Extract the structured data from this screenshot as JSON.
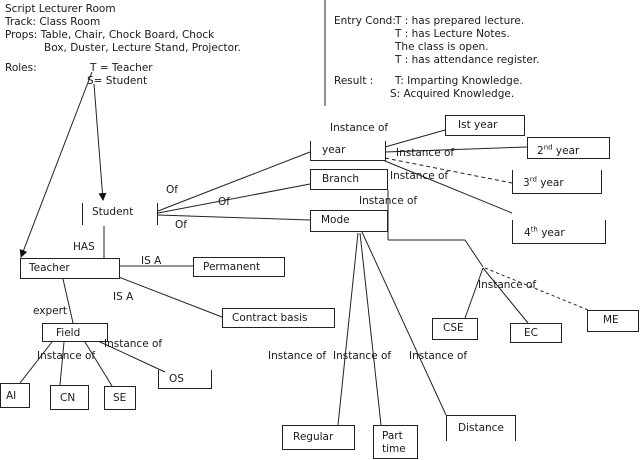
{
  "script": {
    "lines": [
      "Script Lecturer Room",
      "Track: Class Room",
      "Props: Table, Chair, Chock Board, Chock",
      "Box, Duster, Lecture Stand, Projector."
    ],
    "roles_label": "Roles:",
    "role_teacher": "T = Teacher",
    "role_student": "S= Student"
  },
  "entry": {
    "label": "Entry Cond:",
    "lines": [
      "T : has prepared lecture.",
      "T : has Lecture Notes.",
      "The class is open.",
      "T : has attendance register."
    ]
  },
  "result": {
    "label": "Result  :",
    "lines": [
      "T: Imparting Knowledge.",
      "S: Acquired Knowledge."
    ]
  },
  "nodes": {
    "student": "Student",
    "teacher": "Teacher",
    "year": "year",
    "branch": "Branch",
    "mode": "Mode",
    "permanent": "Permanent",
    "contract": "Contract basis",
    "field": "Field",
    "ai": "AI",
    "cn": "CN",
    "se": "SE",
    "os": "OS",
    "first_year": "Ist year",
    "second_year": {
      "num": "2",
      "sup": "nd",
      "rest": " year"
    },
    "third_year": {
      "num": "3",
      "sup": "rd",
      "rest": " year"
    },
    "fourth_year": {
      "num": "4",
      "sup": "th",
      "rest": " year"
    },
    "cse": "CSE",
    "ec": "EC",
    "me": "ME",
    "regular": "Regular",
    "part_time_1": "Part",
    "part_time_2": "time",
    "distance": "Distance"
  },
  "edges": {
    "of1": "Of",
    "of2": "Of",
    "of3": "Of",
    "has": "HAS",
    "is_a1": "IS A",
    "is_a2": "IS A",
    "expert": "expert",
    "inst_year": "Instance of",
    "inst_2nd": "Instance of",
    "inst_3rd": "Instance of",
    "inst_mode": "Instance of",
    "inst_field_top": "Instance of",
    "inst_field_left": "Instance of",
    "inst_branch": "Instance of",
    "inst_mode_regular": "Instance of",
    "inst_mode_part": "Instance of",
    "inst_mode_distance": "Instance of"
  }
}
